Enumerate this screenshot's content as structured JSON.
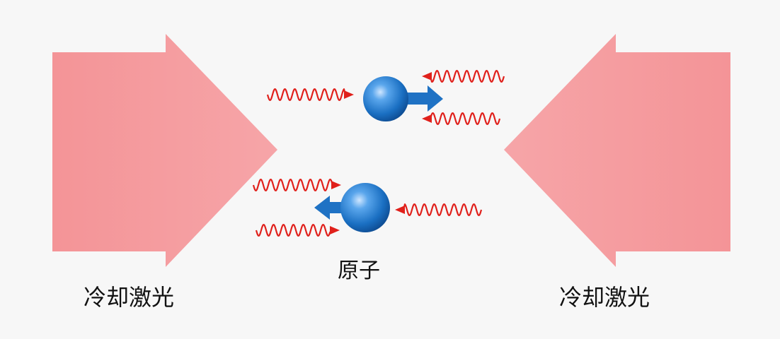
{
  "labels": {
    "left_laser": "冷却激光",
    "right_laser": "冷却激光",
    "atom": "原子"
  },
  "colors": {
    "laser": "#f49497",
    "photon": "#e0201b",
    "atom": "#1a6fc2",
    "momentum_arrow": "#1f72c4"
  }
}
